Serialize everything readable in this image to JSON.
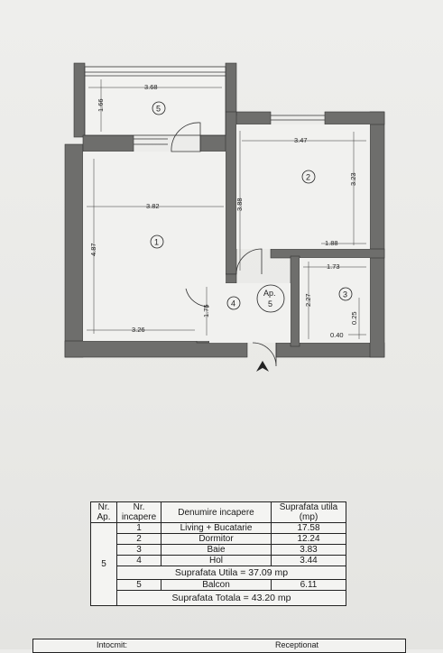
{
  "plan": {
    "dims": {
      "balcony_width": "3.68",
      "balcony_depth": "1.66",
      "living_width": "3.82",
      "living_depth": "4.87",
      "living_bottom": "3.26",
      "living_side": "3.88",
      "bedroom_width": "3.47",
      "bedroom_depth": "3.23",
      "bedroom_bottom": "1.88",
      "bath_width": "1.73",
      "bath_depth": "2.27",
      "bath_small": "0.25",
      "bath_bottom": "0.40",
      "hall_side": "1.75"
    },
    "rooms": {
      "r1": "1",
      "r2": "2",
      "r3": "3",
      "r4": "4",
      "r5": "5"
    },
    "apartment": {
      "label": "Ap.",
      "number": "5"
    }
  },
  "table": {
    "headers": {
      "nr_ap": "Nr. Ap.",
      "nr_incapere": "Nr. incapere",
      "denumire": "Denumire incapere",
      "suprafata": "Suprafata utila (mp)"
    },
    "apartment_no": "5",
    "rows": [
      {
        "nr": "1",
        "name": "Living + Bucatarie",
        "area": "17.58"
      },
      {
        "nr": "2",
        "name": "Dormitor",
        "area": "12.24"
      },
      {
        "nr": "3",
        "name": "Baie",
        "area": "3.83"
      },
      {
        "nr": "4",
        "name": "Hol",
        "area": "3.44"
      }
    ],
    "total_utila": "Suprafata Utila =   37.09  mp",
    "balcony_row": {
      "nr": "5",
      "name": "Balcon",
      "area": "6.11"
    },
    "total": "Suprafata Totala = 43.20  mp"
  },
  "footer": {
    "left": "Intocmit:",
    "right": "Receptionat"
  }
}
